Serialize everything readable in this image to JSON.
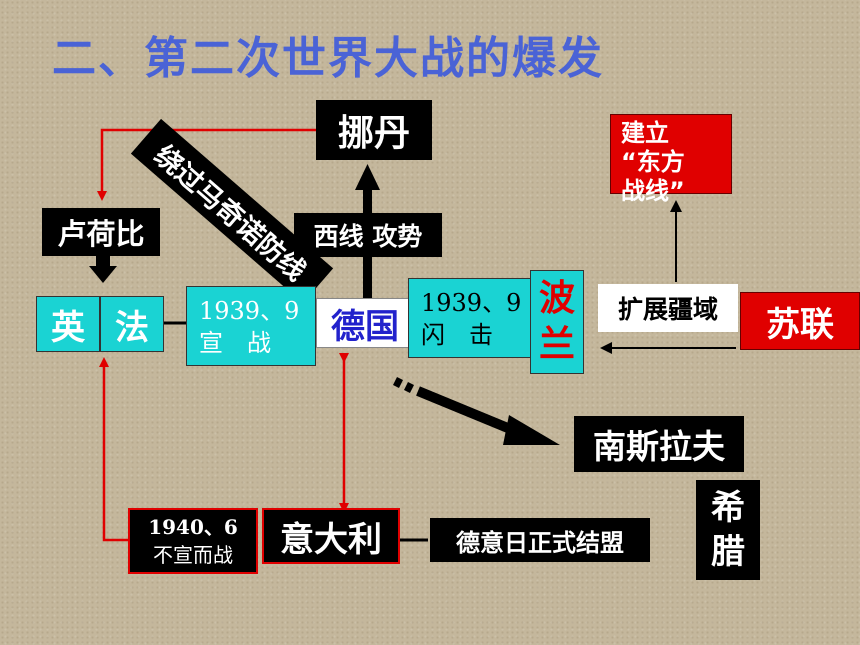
{
  "title": "二、第二次世界大战的爆发",
  "nodes": {
    "danish": "挪丹",
    "benelux": "卢荷比",
    "britain": "英",
    "france": "法",
    "germany": "德国",
    "poland_1": "波",
    "poland_2": "兰",
    "ussr": "苏联",
    "italy": "意大利",
    "yugoslavia": "南斯拉夫",
    "greece_1": "希",
    "greece_2": "腊"
  },
  "labels": {
    "maginot": "绕过马奇诺防线",
    "west_front": "西线 攻势",
    "declare_war_date": "1939、9",
    "declare_war": "宣　战",
    "blitz_date": "1939、9",
    "blitz": "闪　击",
    "expand": "扩展疆域",
    "east_front_1": "建立",
    "east_front_2": "“东方",
    "east_front_3": "战线”",
    "italy_war_date": "1940、6",
    "italy_war": "不宣而战",
    "axis_alliance": "德意日正式结盟"
  },
  "colors": {
    "title": "#4a63d6",
    "cyan": "#1ad3d3",
    "red": "#e00000",
    "germany_text": "#2222cc",
    "poland_text": "#e00000",
    "arrow_dark": "#000000"
  }
}
